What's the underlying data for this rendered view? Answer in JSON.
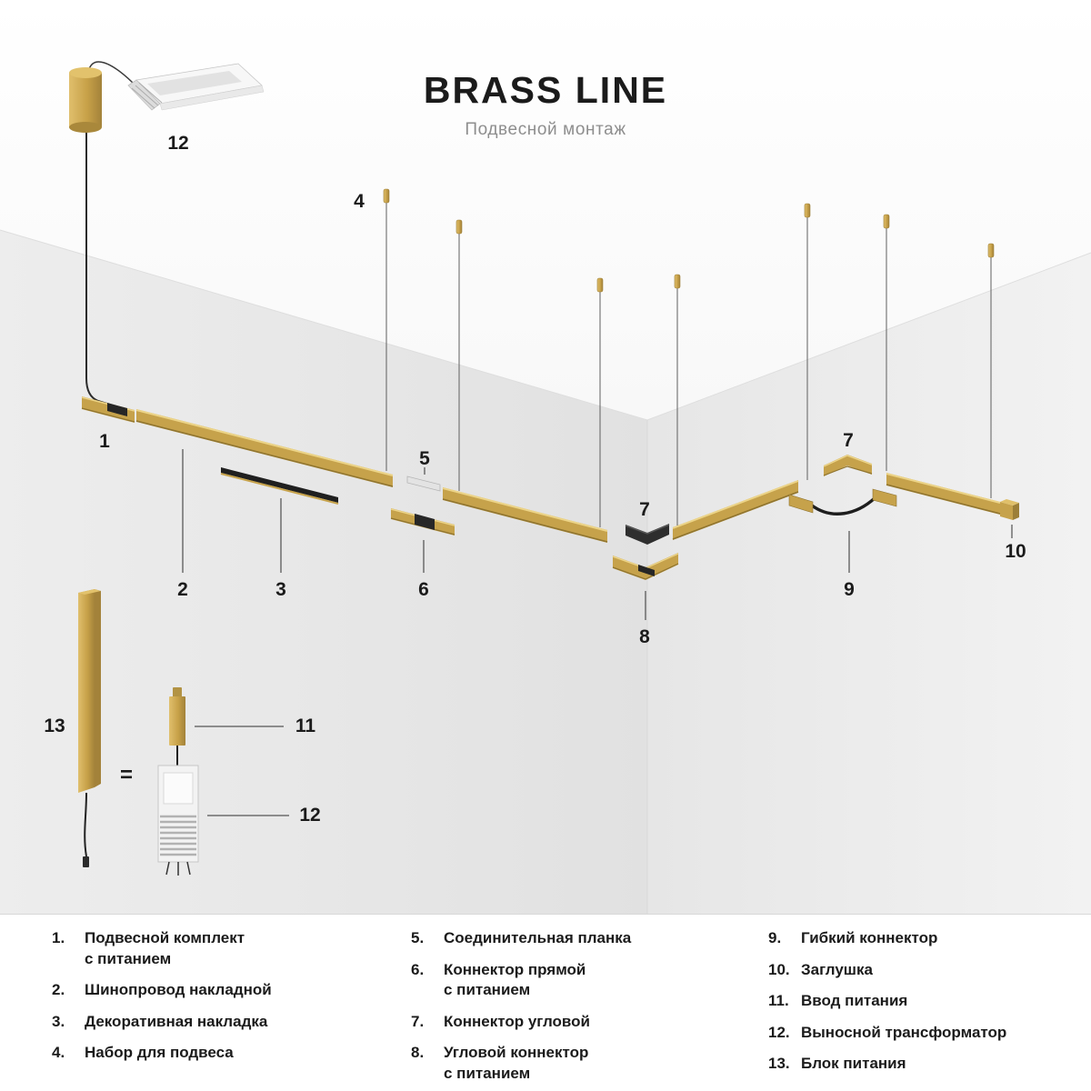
{
  "header": {
    "title": "BRASS LINE",
    "subtitle": "Подвесной монтаж"
  },
  "callouts": {
    "profile12": "12",
    "c1": "1",
    "c2": "2",
    "c3": "3",
    "c4": "4",
    "c5": "5",
    "c6": "6",
    "c7a": "7",
    "c7b": "7",
    "c8": "8",
    "c9": "9",
    "c10": "10",
    "c11": "11",
    "c12": "12",
    "c13": "13",
    "equals": "="
  },
  "legend": {
    "columns": [
      {
        "items": [
          {
            "num": "1.",
            "label": "Подвесной комплект\nс питанием"
          },
          {
            "num": "2.",
            "label": "Шинопровод накладной"
          },
          {
            "num": "3.",
            "label": "Декоративная накладка"
          },
          {
            "num": "4.",
            "label": "Набор для подвеса"
          }
        ]
      },
      {
        "items": [
          {
            "num": "5.",
            "label": "Соединительная планка"
          },
          {
            "num": "6.",
            "label": "Коннектор прямой\nс питанием"
          },
          {
            "num": "7.",
            "label": "Коннектор угловой"
          },
          {
            "num": "8.",
            "label": "Угловой коннектор\nс питанием"
          }
        ]
      },
      {
        "items": [
          {
            "num": "9.",
            "label": "Гибкий коннектор"
          },
          {
            "num": "10.",
            "label": "Заглушка"
          },
          {
            "num": "11.",
            "label": "Ввод питания"
          },
          {
            "num": "12.",
            "label": "Выносной трансформатор"
          },
          {
            "num": "13.",
            "label": "Блок питания"
          }
        ]
      }
    ]
  },
  "colors": {
    "brass": "#c6a24b",
    "brass_light": "#ecd488",
    "brass_dark": "#8f742f",
    "wall_left": "#e9e9e9",
    "wall_right": "#efefef",
    "text": "#1b1b1b"
  }
}
